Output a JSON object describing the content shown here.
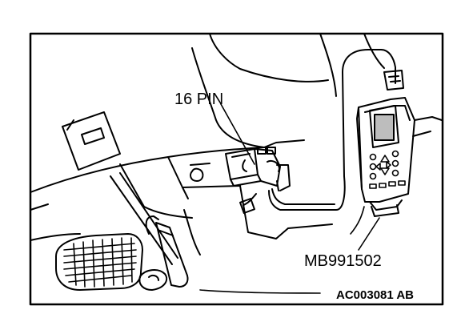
{
  "labels": {
    "connector": "16 PIN",
    "tool": "MB991502",
    "figure_id": "AC003081 AB"
  },
  "icons": {
    "tool": "scan-tool-icon",
    "connector": "diagnostic-connector-icon"
  },
  "colors": {
    "ink": "#000000",
    "paper": "#ffffff",
    "screen": "#bdbdbd"
  }
}
